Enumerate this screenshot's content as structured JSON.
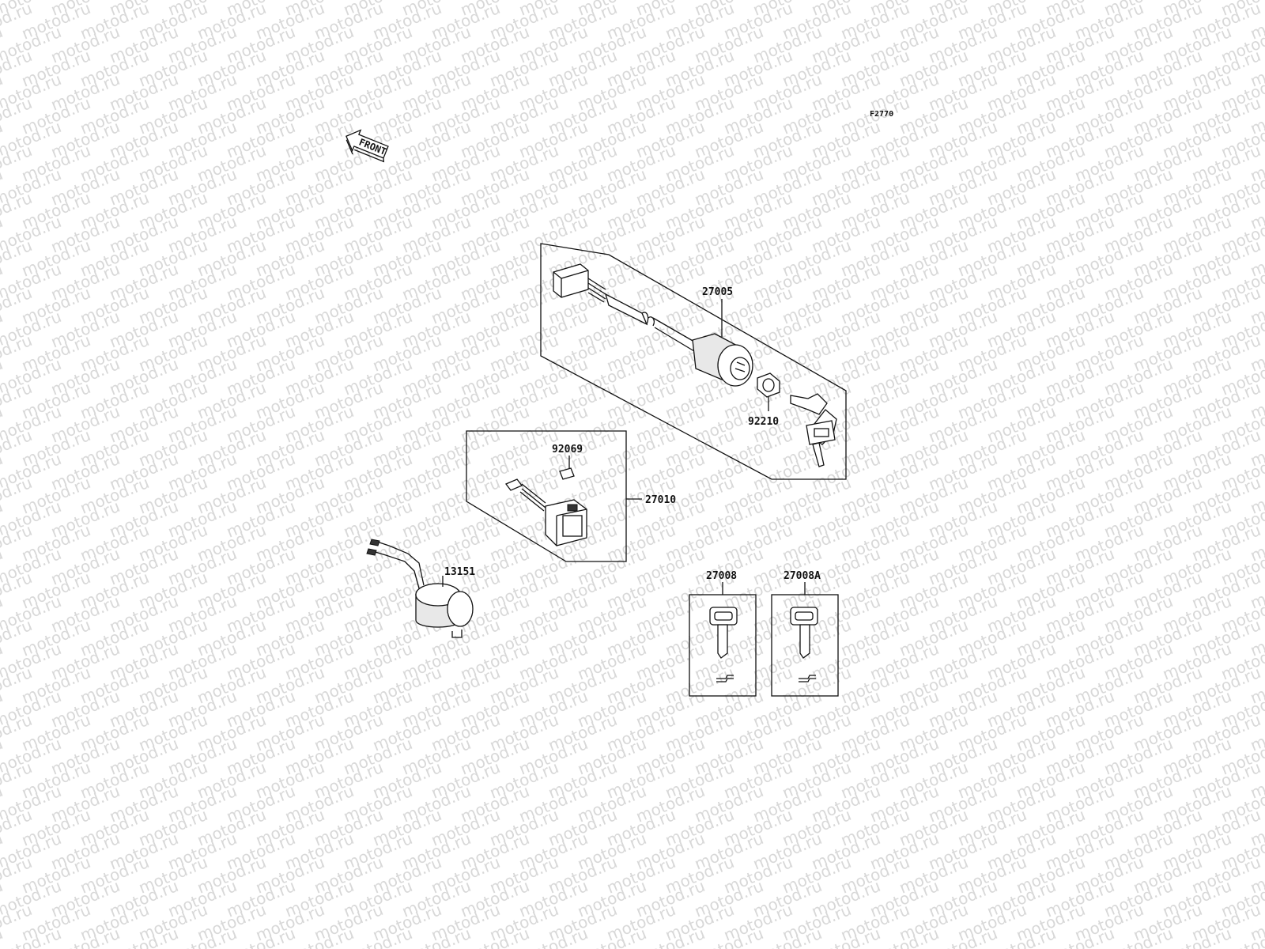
{
  "diagram": {
    "code": "F2770",
    "front_label": "FRONT",
    "watermark": "motod.ru",
    "parts": [
      {
        "id": "ignition-switch",
        "number": "27005"
      },
      {
        "id": "nut",
        "number": "92210"
      },
      {
        "id": "push-switch",
        "number": "27010"
      },
      {
        "id": "clip",
        "number": "92069"
      },
      {
        "id": "buzzer",
        "number": "13151"
      },
      {
        "id": "key-blank",
        "number": "27008"
      },
      {
        "id": "key-blank-a",
        "number": "27008A"
      }
    ]
  }
}
